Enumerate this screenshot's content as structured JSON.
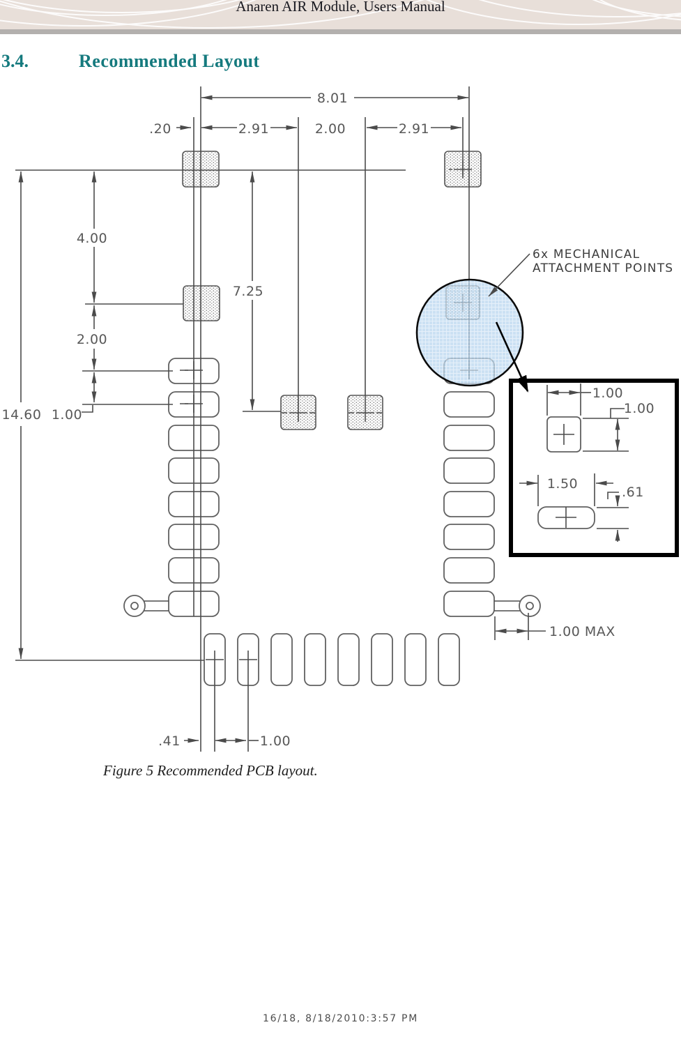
{
  "header": {
    "title": "Anaren AIR Module, Users Manual"
  },
  "section": {
    "number": "3.4.",
    "title": "Recommended Layout"
  },
  "figure": {
    "caption": "Figure 5 Recommended PCB layout.",
    "annotations": {
      "mech_line1": "6x  MECHANICAL",
      "mech_line2": "ATTACHMENT  POINTS",
      "max_note": "1.00  MAX"
    },
    "dims": {
      "overall_width": "8.01",
      "edge_offset": ".20",
      "span_left": "2.91",
      "span_center": "2.00",
      "span_right": "2.91",
      "v_upper": "4.00",
      "v_mid": "2.00",
      "v_pitch": "1.00",
      "v_inner": "7.25",
      "overall_height": "14.60",
      "detail_pad_w": "1.00",
      "detail_pad_h": "1.00",
      "detail_pad2_w": "1.50",
      "detail_pad2_h": ".61",
      "bottom_offset": ".41",
      "bottom_pitch": "1.00"
    }
  },
  "footer": {
    "page_info": "16/18, 8/18/2010:3:57 PM"
  },
  "colors": {
    "accent_teal": "#157a7e",
    "highlight_blue": "#b7d6ee",
    "header_bg": "#e8dfd9"
  }
}
